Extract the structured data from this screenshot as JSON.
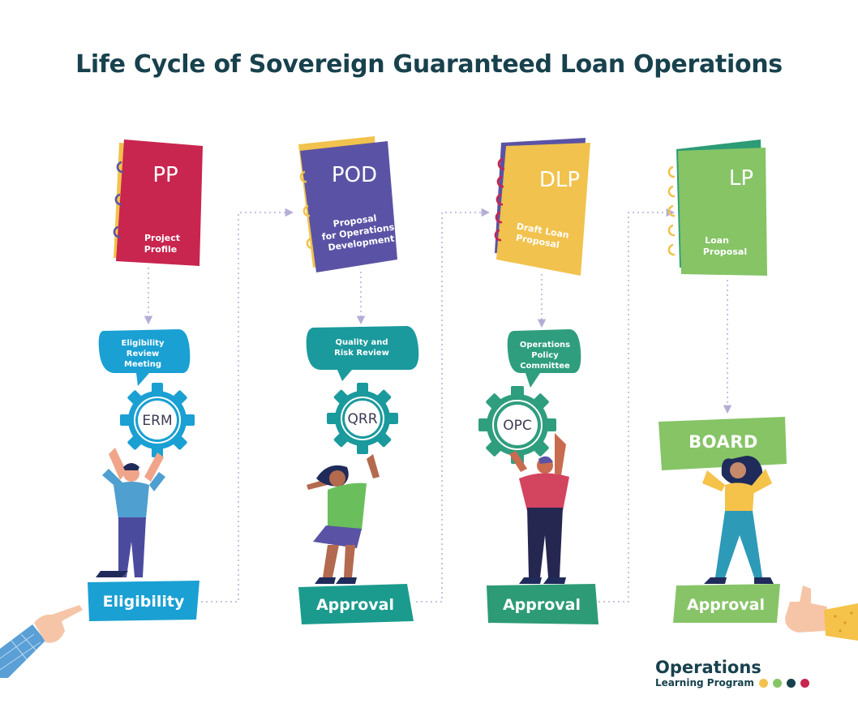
{
  "title": "Life Cycle of Sovereign Guaranteed Loan Operations",
  "colors": {
    "title": "#17414d",
    "pp_book": "#c8254f",
    "pod_book": "#5a53a5",
    "dlp_book": "#f1c24d",
    "lp_book": "#86c466",
    "teal_bubble": "#1a9a9d",
    "green_bubble": "#2f9e7e",
    "blue_label": "#1aa0d3",
    "approval_teal": "#1b9b8d",
    "approval_green": "#2c9b76",
    "approval_lightgreen": "#87c468"
  },
  "stages": [
    {
      "book_code": "PP",
      "book_name": [
        "Project",
        "Profile"
      ],
      "review_lines": [
        "Eligibility",
        "Review",
        "Meeting"
      ],
      "gear_label": "ERM",
      "stage_label": "Eligibility"
    },
    {
      "book_code": "POD",
      "book_name": [
        "Proposal",
        "for Operations",
        "Development"
      ],
      "review_lines": [
        "Quality and",
        "Risk Review"
      ],
      "gear_label": "QRR",
      "stage_label": "Approval"
    },
    {
      "book_code": "DLP",
      "book_name": [
        "Draft Loan",
        "Proposal"
      ],
      "review_lines": [
        "Operations",
        "Policy",
        "Committee"
      ],
      "gear_label": "OPC",
      "stage_label": "Approval"
    },
    {
      "book_code": "LP",
      "book_name": [
        "Loan",
        "Proposal"
      ],
      "board_label": "BOARD",
      "stage_label": "Approval"
    }
  ],
  "brand": {
    "name": "Operations",
    "subtitle": "Learning Program",
    "dots": [
      "#f1c24d",
      "#86c466",
      "#17414d",
      "#c8254f"
    ]
  }
}
